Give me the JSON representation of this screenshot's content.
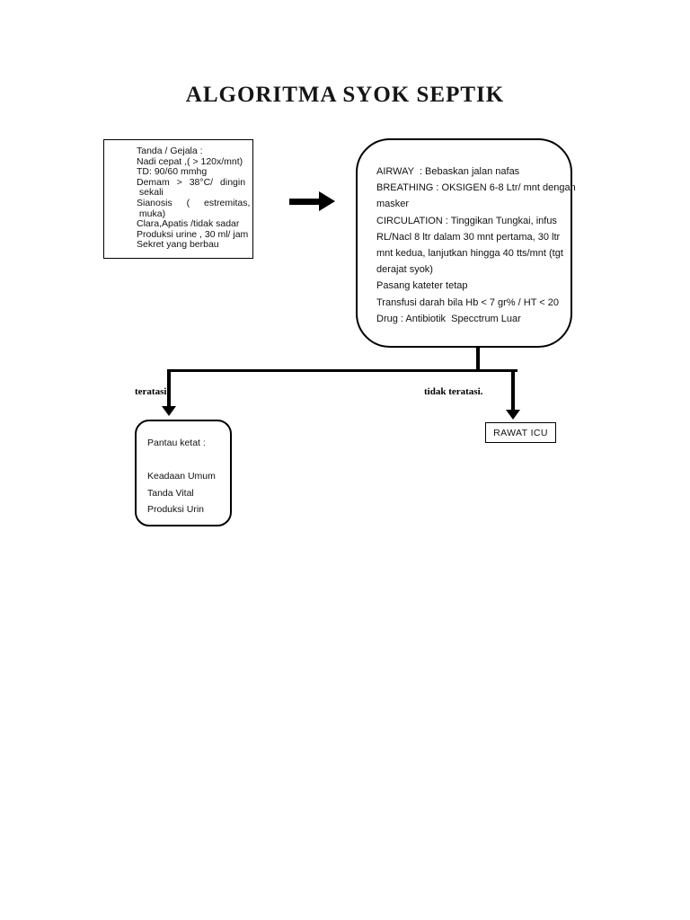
{
  "page": {
    "title": "ALGORITMA SYOK SEPTIK"
  },
  "flowchart": {
    "symptoms_box": {
      "lines": [
        "Tanda / Gejala :",
        "Nadi cepat ,( > 120x/mnt)",
        "TD: 90/60 mmhg",
        "Demam > 38°C/ dingin",
        " sekali",
        "Sianosis ( estremitas,",
        " muka)",
        "Clara,Apatis /tidak sadar",
        "Produksi urine , 30 ml/ jam",
        "Sekret yang berbau"
      ]
    },
    "treatment_box": {
      "lines": [
        "AIRWAY  : Bebaskan jalan nafas",
        "BREATHING : OKSIGEN 6-8 Ltr/ mnt dengan",
        "masker",
        "CIRCULATION : Tinggikan Tungkai, infus",
        "RL/Nacl 8 ltr dalam 30 mnt pertama, 30 ltr",
        "mnt kedua, lanjutkan hingga 40 tts/mnt (tgt",
        "derajat syok)",
        "Pasang kateter tetap",
        "Transfusi darah bila Hb < 7 gr% / HT < 20",
        "Drug : Antibiotik  Specctrum Luar"
      ]
    },
    "branch_labels": {
      "resolved": "teratasi",
      "not_resolved": "tidak teratasi."
    },
    "monitor_box": {
      "lines": [
        "Pantau ketat :",
        "",
        "Keadaan Umum",
        "Tanda Vital",
        "Produksi Urin"
      ]
    },
    "icu_box": {
      "label": "RAWAT ICU"
    },
    "colors": {
      "ink": "#000000",
      "paper": "#ffffff"
    }
  }
}
